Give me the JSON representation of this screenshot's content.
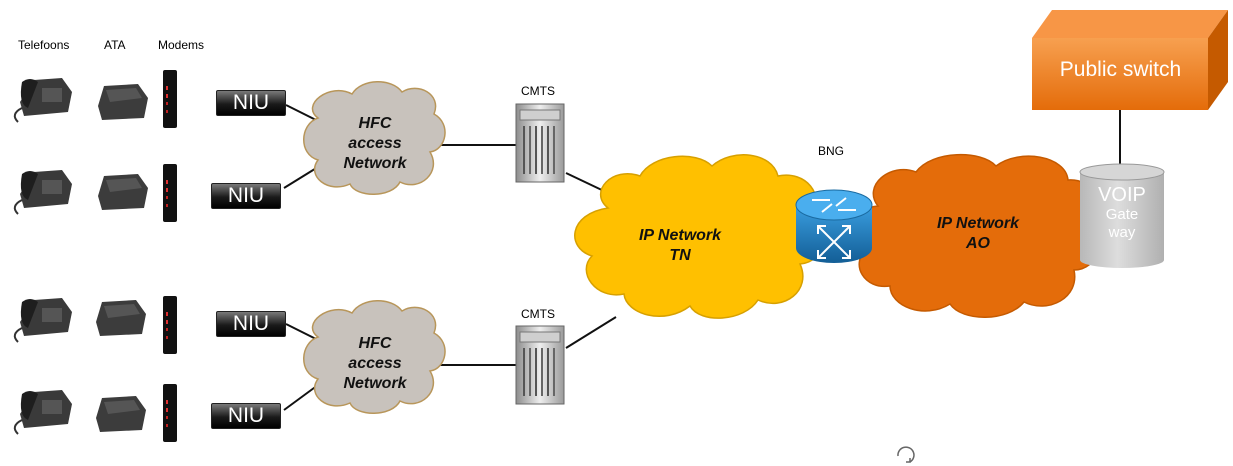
{
  "headers": {
    "telefoons": "Telefoons",
    "ata": "ATA",
    "modems": "Modems"
  },
  "niu_label": "NIU",
  "hfc_cloud": {
    "line1": "HFC",
    "line2": "access",
    "line3": "Network"
  },
  "cmts_label": "CMTS",
  "bng_label": "BNG",
  "ip_tn": {
    "line1": "IP Network",
    "line2": "TN"
  },
  "ip_ao": {
    "line1": "IP Network",
    "line2": "AO"
  },
  "public_switch": "Public switch",
  "voip_gateway": {
    "line1": "VOIP",
    "line2": "Gate",
    "line3": "way"
  },
  "colors": {
    "hfc_cloud": "#c8c2bc",
    "ip_tn_cloud": "#ffc000",
    "ip_ao_cloud": "#e46c0a",
    "public_switch": "#e46c0a",
    "router": "#1f7fc0",
    "voip": "#c4c4c4"
  }
}
